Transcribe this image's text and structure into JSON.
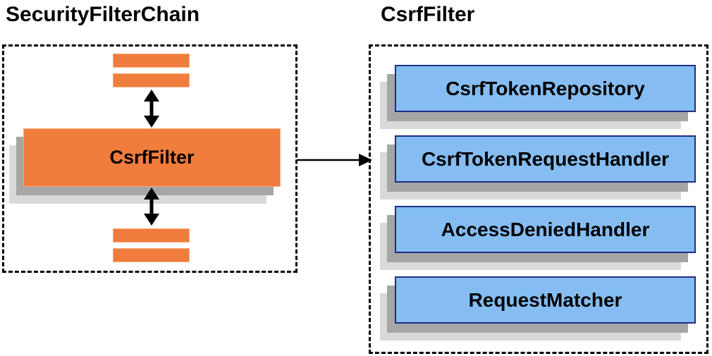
{
  "left": {
    "title": "SecurityFilterChain",
    "filter_label": "CsrfFilter"
  },
  "right": {
    "title": "CsrfFilter",
    "components": [
      "CsrfTokenRepository",
      "CsrfTokenRequestHandler",
      "AccessDeniedHandler",
      "RequestMatcher"
    ]
  },
  "colors": {
    "orange_fill": "#F07C3D",
    "orange_border": "#F9AE7E",
    "blue_fill": "#85BDF2",
    "blue_border": "#1F2D87",
    "shadow_dark": "#A6A6A6",
    "shadow_light": "#D9D9D9",
    "outline_black": "#000000",
    "background": "#FFFFFF"
  }
}
